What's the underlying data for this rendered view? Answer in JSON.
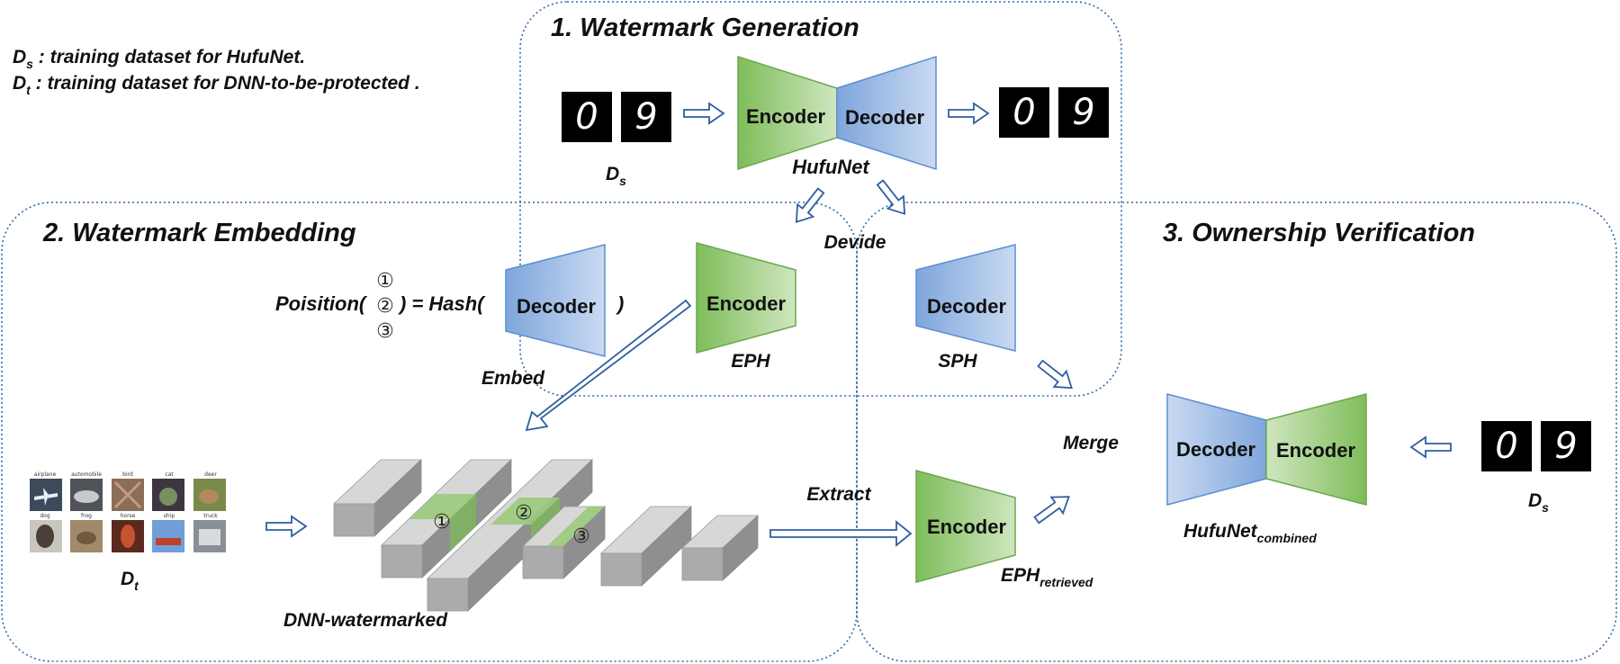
{
  "legend": {
    "ds_symbol": "D",
    "ds_sub": "s",
    "ds_text": " : training dataset for HufuNet.",
    "dt_symbol": "D",
    "dt_sub": "t",
    "dt_text": " : training dataset for DNN-to-be-protected ."
  },
  "sections": {
    "generation_title": "1. Watermark Generation",
    "embedding_title": "2. Watermark Embedding",
    "verification_title": "3. Ownership Verification"
  },
  "generation": {
    "input_symbol": "D",
    "input_sub": "s",
    "encoder": "Encoder",
    "decoder": "Decoder",
    "network": "HufuNet",
    "digits_in": [
      "0",
      "9"
    ],
    "digits_out": [
      "0",
      "9"
    ]
  },
  "divide": {
    "label": "Devide",
    "eph_encoder": "Encoder",
    "eph_label": "EPH",
    "sph_decoder": "Decoder",
    "sph_label": "SPH"
  },
  "embedding": {
    "formula_left": "Poisition(",
    "formula_right": ") = Hash(",
    "formula_close": ")",
    "formula_decoder": "Decoder",
    "circles": [
      "①",
      "②",
      "③"
    ],
    "embed_label": "Embed",
    "dataset_symbol": "D",
    "dataset_sub": "t",
    "cifar_classes_row1": [
      "airplane",
      "automobile",
      "bird",
      "cat",
      "deer"
    ],
    "cifar_classes_row2": [
      "dog",
      "frog",
      "horse",
      "ship",
      "truck"
    ],
    "model_label": "DNN-watermarked"
  },
  "verification": {
    "extract_label": "Extract",
    "retrieved_encoder": "Encoder",
    "retrieved_label": "EPH",
    "retrieved_sub": "retrieved",
    "merge_label": "Merge",
    "combined_decoder": "Decoder",
    "combined_encoder": "Encoder",
    "combined_label": "HufuNet",
    "combined_sub": "combined",
    "input_symbol": "D",
    "input_sub": "s",
    "digits": [
      "0",
      "9"
    ]
  },
  "colors": {
    "encoder_green": "#8dc36b",
    "decoder_blue": "#8fb3e2",
    "border_dotted": "#2f6aa8",
    "arrow_stroke": "#2f5f9e",
    "block_gray": "#a9a9a9"
  }
}
